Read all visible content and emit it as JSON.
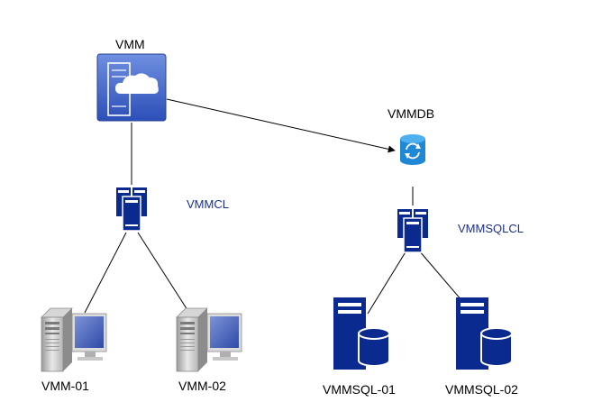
{
  "nodes": {
    "vmm": {
      "label": "VMM",
      "icon": "cloud-server-icon"
    },
    "vmmcl": {
      "label": "VMMCL",
      "icon": "cluster-icon"
    },
    "vmm01": {
      "label": "VMM-01",
      "icon": "server-monitor-icon"
    },
    "vmm02": {
      "label": "VMM-02",
      "icon": "server-monitor-icon"
    },
    "vmmdb": {
      "label": "VMMDB",
      "icon": "database-sync-icon"
    },
    "vmmsqlcl": {
      "label": "VMMSQLCL",
      "icon": "cluster-icon"
    },
    "vmmsql01": {
      "label": "VMMSQL-01",
      "icon": "sql-server-icon"
    },
    "vmmsql02": {
      "label": "VMMSQL-02",
      "icon": "sql-server-icon"
    }
  },
  "colors": {
    "line": "#000000",
    "cluster_label": "#1a2f8c",
    "navy": "#0b2a8f",
    "azure": "#1e88d6"
  }
}
